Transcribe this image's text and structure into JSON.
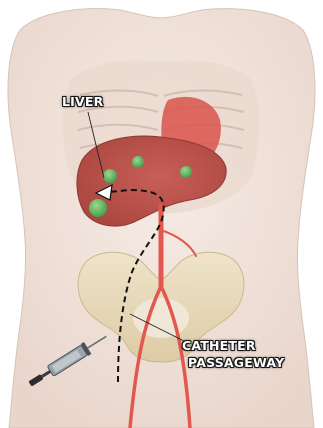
{
  "labels": {
    "liver": "LIVER",
    "catheter_line1": "CATHETER",
    "catheter_line2": "PASSAGEWAY"
  },
  "colors": {
    "skin": "#f2e6df",
    "liver": "#b8544f",
    "tumor": "#5eb364",
    "vessel": "#e3584e",
    "pelvis": "#e7d9b8",
    "catheter_path": "#111111"
  },
  "icons": {
    "syringe": "syringe-icon"
  }
}
